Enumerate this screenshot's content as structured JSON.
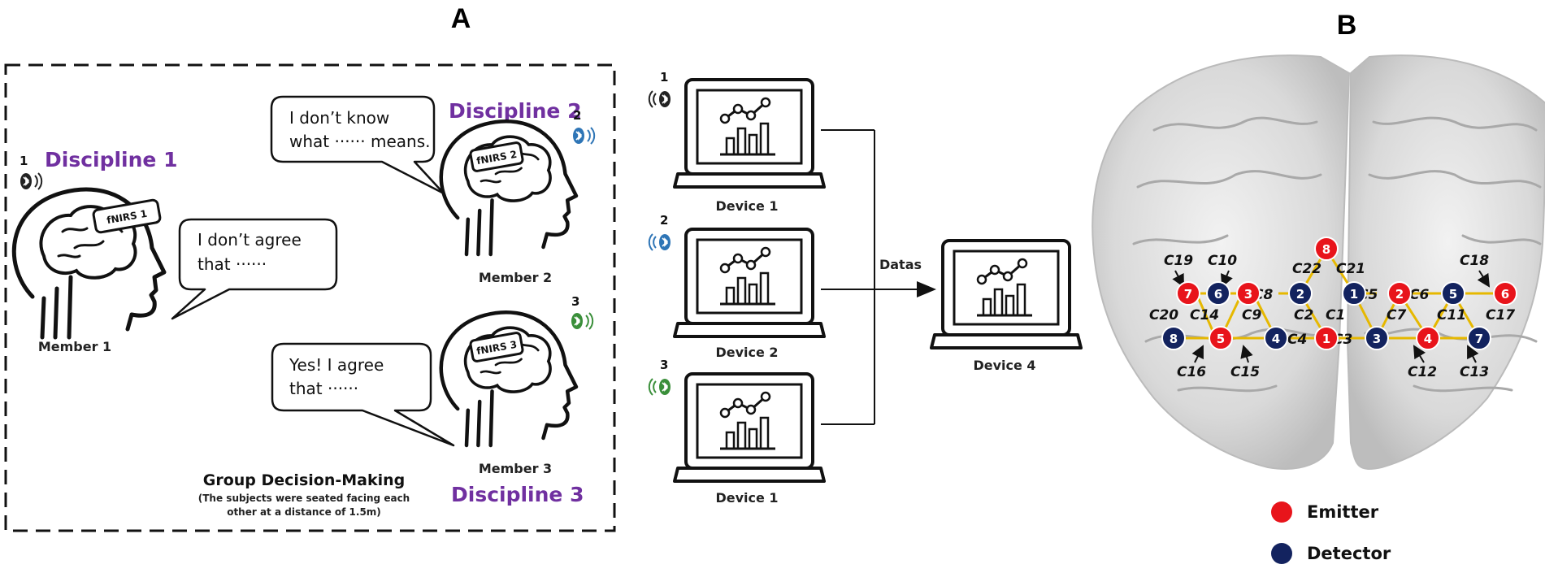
{
  "panel_a_letter": "A",
  "panel_b_letter": "B",
  "group": {
    "title": "Group Decision-Making",
    "subtitle_line1": "(The subjects were seated facing each",
    "subtitle_line2": "other at a distance of 1.5m)"
  },
  "members": [
    {
      "discipline": "Discipline 1",
      "label": "Member 1",
      "fnirs": "fNIRS 1",
      "bt": "1"
    },
    {
      "discipline": "Discipline 2",
      "label": "Member 2",
      "fnirs": "fNIRS 2",
      "bt": "2"
    },
    {
      "discipline": "Discipline 3",
      "label": "Member 3",
      "fnirs": "fNIRS 3",
      "bt": "3"
    }
  ],
  "speech": {
    "member1": [
      "I don’t agree",
      "that ······"
    ],
    "member2": [
      "I don’t know",
      "what ······ means."
    ],
    "member3": [
      "Yes! I  agree",
      "that ······"
    ]
  },
  "devices": [
    {
      "label": "Device 1",
      "bt": "1",
      "bt_color": "#222222"
    },
    {
      "label": "Device 2",
      "bt": "2",
      "bt_color": "#2E75B6"
    },
    {
      "label": "Device 1",
      "bt": "3",
      "bt_color": "#3A8F3A"
    }
  ],
  "hub": {
    "label": "Device 4",
    "arrow_label": "Datas"
  },
  "colors": {
    "emitter": "#E8141B",
    "detector": "#13235F",
    "channel_line": "#E6B800",
    "discipline": "#7030A0"
  },
  "optodes": {
    "emitters": [
      "1",
      "2",
      "3",
      "4",
      "5",
      "6",
      "7",
      "8"
    ],
    "detectors": [
      "1",
      "2",
      "3",
      "4",
      "5",
      "6",
      "7",
      "8"
    ]
  },
  "channels": [
    "C1",
    "C2",
    "C3",
    "C4",
    "C5",
    "C6",
    "C7",
    "C8",
    "C9",
    "C10",
    "C11",
    "C12",
    "C13",
    "C14",
    "C15",
    "C16",
    "C17",
    "C18",
    "C19",
    "C20",
    "C21",
    "C22"
  ],
  "legend": {
    "emitter": "Emitter",
    "detector": "Detector"
  }
}
